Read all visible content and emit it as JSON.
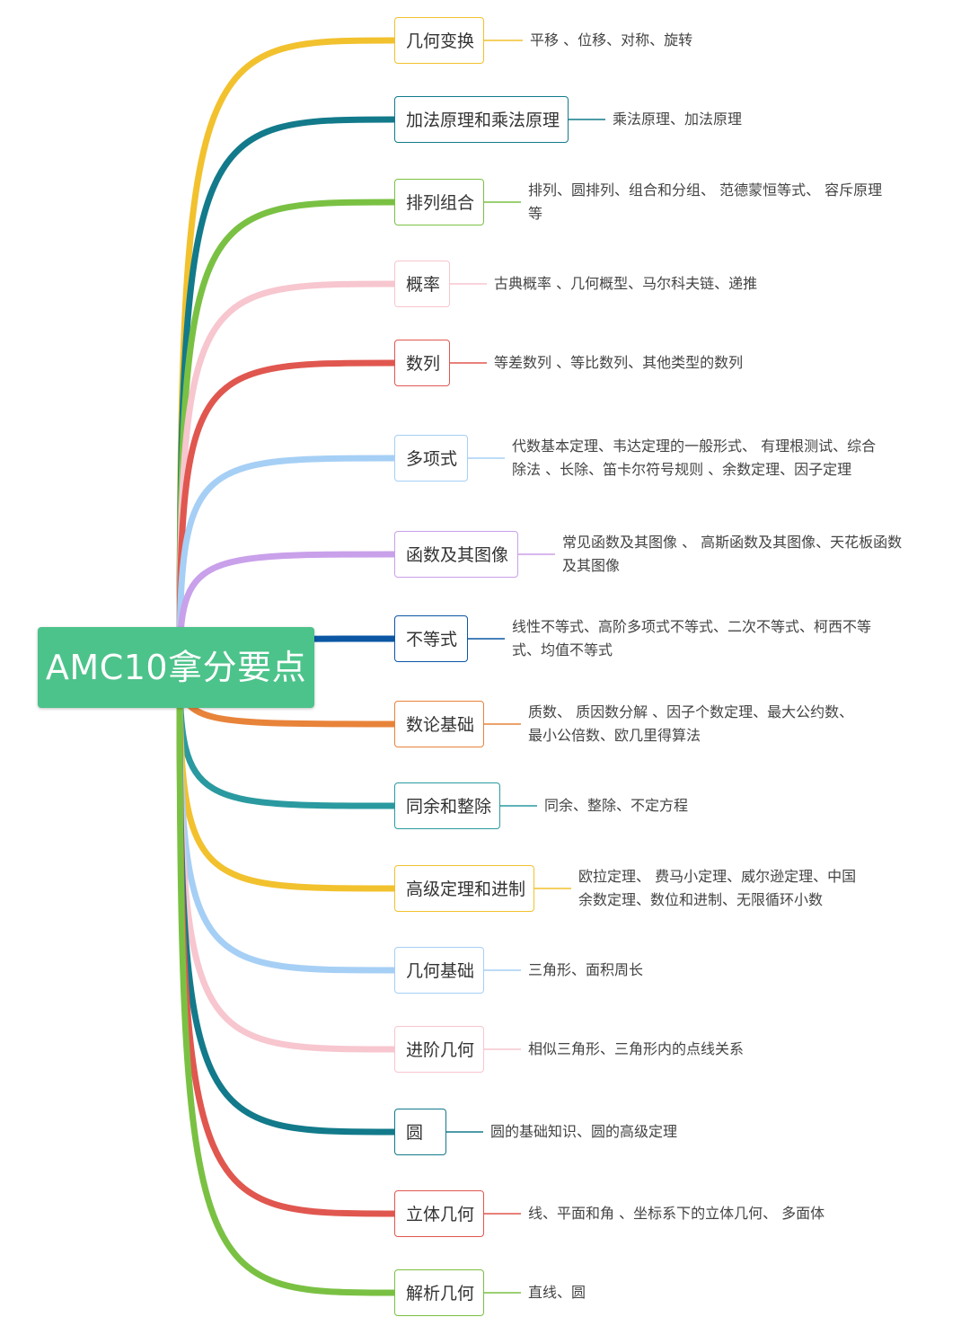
{
  "root": {
    "label": "AMC10拿分要点",
    "color": "#4cc38a"
  },
  "topics": [
    {
      "label": "几何变换",
      "color": "#f2c12e",
      "detail": "平移 、位移、对称、旋转"
    },
    {
      "label": "加法原理和乘法原理",
      "color": "#127a8a",
      "detail": "乘法原理、加法原理"
    },
    {
      "label": "排列组合",
      "color": "#7ac143",
      "detail": "排列、圆排列、组合和分组、 范德蒙恒等式、 容斥原理等"
    },
    {
      "label": "概率",
      "color": "#f7c6cf",
      "detail": "古典概率 、几何概型、马尔科夫链、递推"
    },
    {
      "label": "数列",
      "color": "#e0574f",
      "detail": "等差数列 、等比数列、其他类型的数列"
    },
    {
      "label": "多项式",
      "color": "#a6cff5",
      "detail": "代数基本定理、韦达定理的一般形式、 有理根测试、综合除法 、长除、笛卡尔符号规则 、余数定理、因子定理"
    },
    {
      "label": "函数及其图像",
      "color": "#c9a0ea",
      "detail": "常见函数及其图像 、 高斯函数及其图像、天花板函数及其图像"
    },
    {
      "label": "不等式",
      "color": "#0b57a4",
      "detail": "线性不等式、高阶多项式不等式、二次不等式、柯西不等式、均值不等式"
    },
    {
      "label": "数论基础",
      "color": "#e8833a",
      "detail": "质数、 质因数分解 、因子个数定理、最大公约数、最小公倍数、欧几里得算法"
    },
    {
      "label": "同余和整除",
      "color": "#2a9aa0",
      "detail": "同余、整除、不定方程"
    },
    {
      "label": "高级定理和进制",
      "color": "#f2c12e",
      "detail": "欧拉定理、 费马小定理、威尔逊定理、中国余数定理、数位和进制、无限循环小数"
    },
    {
      "label": "几何基础",
      "color": "#a6cff5",
      "detail": "三角形、面积周长"
    },
    {
      "label": "进阶几何",
      "color": "#f7c6cf",
      "detail": "相似三角形、三角形内的点线关系"
    },
    {
      "label": "圆",
      "color": "#127a8a",
      "detail": "圆的基础知识、圆的高级定理"
    },
    {
      "label": "立体几何",
      "color": "#e0574f",
      "detail": "线、平面和角 、坐标系下的立体几何、 多面体"
    },
    {
      "label": "解析几何",
      "color": "#7ac143",
      "detail": "直线、圆"
    }
  ]
}
